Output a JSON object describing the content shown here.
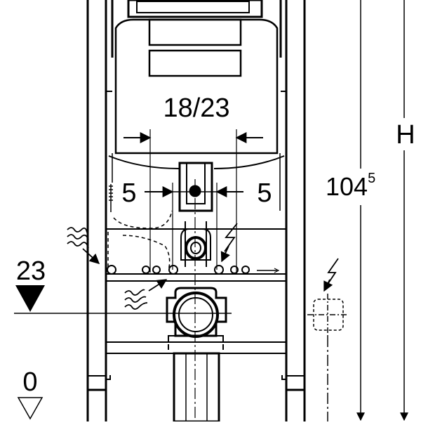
{
  "drawing": {
    "dimensions": {
      "connection_spacing": "18/23",
      "offset_left": "5",
      "offset_right": "5",
      "height_main": "104",
      "height_main_sup": "5",
      "height_variable": "H",
      "level_drain": "23",
      "level_floor": "0"
    },
    "symbols": {
      "water_supply": "wavy-arrow-icon",
      "electrical": "lightning-icon",
      "socket": "electrical-socket-icon",
      "level_marker": "level-triangle-icon"
    },
    "colors": {
      "line": "#000000",
      "background": "#ffffff"
    }
  }
}
